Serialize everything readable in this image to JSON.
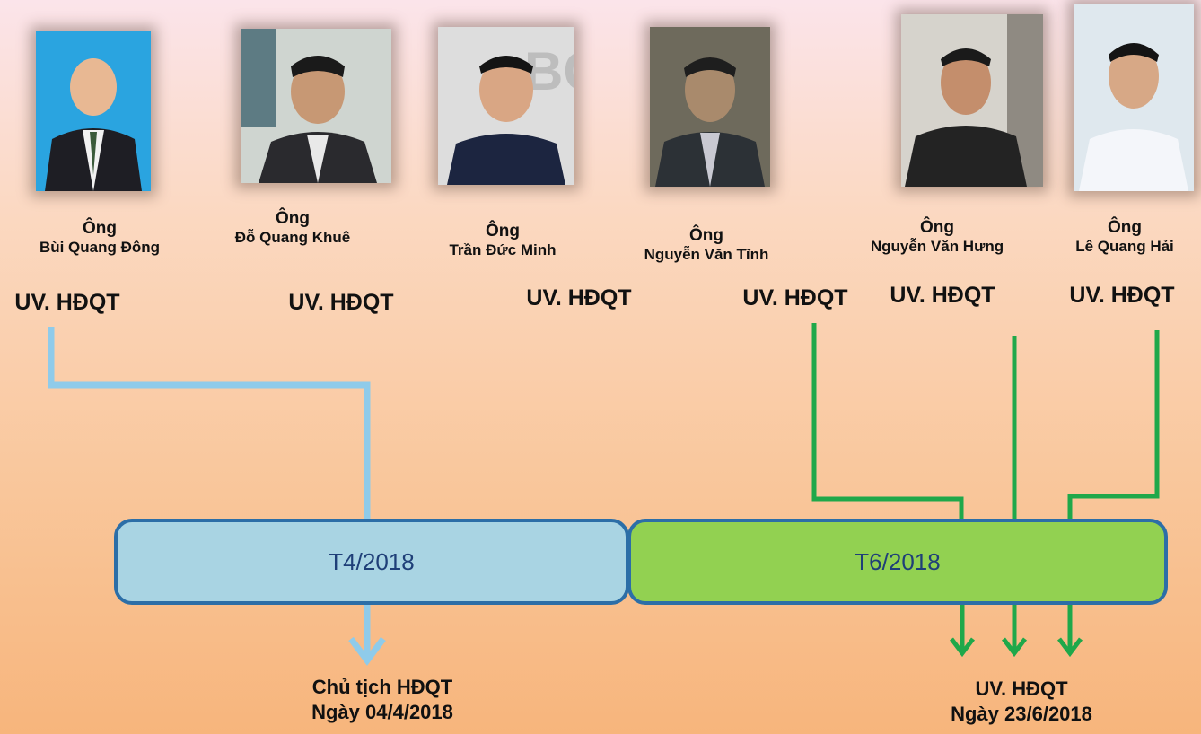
{
  "members": [
    {
      "honorific": "Ông",
      "name": "Bùi Quang Đông",
      "role": "UV. HĐQT"
    },
    {
      "honorific": "Ông",
      "name": "Đỗ Quang Khuê",
      "role": "UV. HĐQT"
    },
    {
      "honorific": "Ông",
      "name": "Trần Đức Minh",
      "role": "UV. HĐQT"
    },
    {
      "honorific": "Ông",
      "name": "Nguyễn Văn Tĩnh",
      "role": "UV. HĐQT"
    },
    {
      "honorific": "Ông",
      "name": "Nguyễn Văn Hưng",
      "role": "UV. HĐQT"
    },
    {
      "honorific": "Ông",
      "name": "Lê Quang Hải",
      "role": "UV. HĐQT"
    }
  ],
  "timeline": {
    "t4_label": "T4/2018",
    "t6_label": "T6/2018"
  },
  "outcomes": {
    "t4_title": "Chủ tịch HĐQT",
    "t4_date": "Ngày 04/4/2018",
    "t6_title": "UV. HĐQT",
    "t6_date": "Ngày 23/6/2018"
  },
  "colors": {
    "t4_line": "#8fcbea",
    "t6_line": "#1fa84a",
    "t4_bar": "#a9d4e3",
    "t6_bar": "#92d151",
    "bar_border": "#2c6ea7"
  }
}
